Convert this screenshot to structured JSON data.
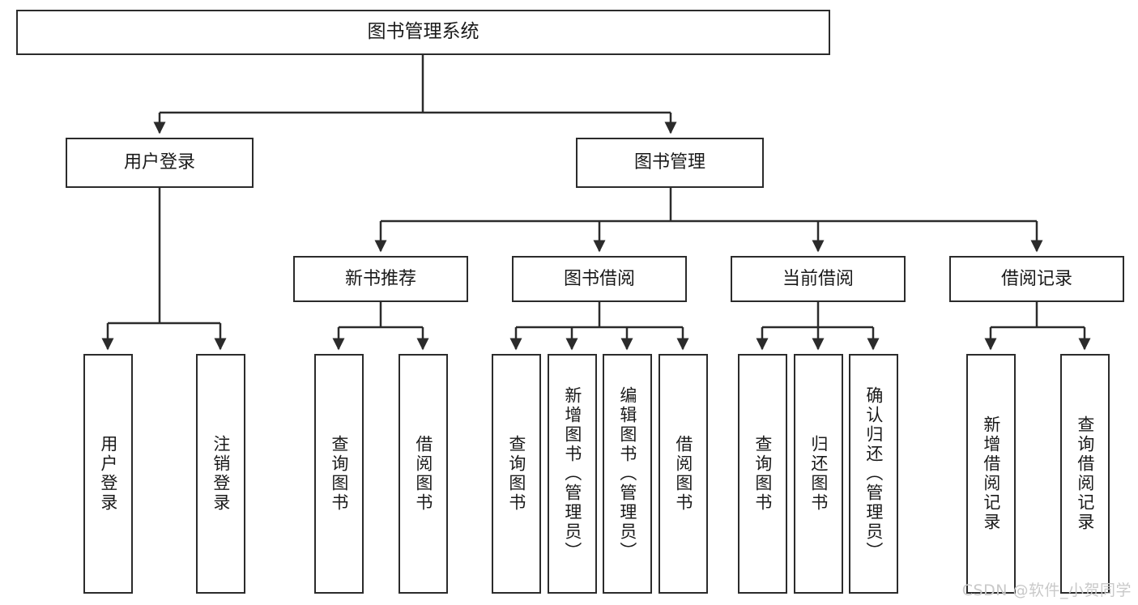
{
  "diagram": {
    "title": "图书管理系统",
    "type": "tree-hierarchy",
    "root": {
      "label": "图书管理系统"
    },
    "level2": [
      {
        "label": "用户登录"
      },
      {
        "label": "图书管理"
      }
    ],
    "level3": [
      {
        "label": "新书推荐"
      },
      {
        "label": "图书借阅"
      },
      {
        "label": "当前借阅"
      },
      {
        "label": "借阅记录"
      }
    ],
    "leaves": {
      "user_login": [
        {
          "label": "用户登录"
        },
        {
          "label": "注销登录"
        }
      ],
      "new_book_recommend": [
        {
          "label": "查询图书"
        },
        {
          "label": "借阅图书"
        }
      ],
      "book_borrow": [
        {
          "label": "查询图书"
        },
        {
          "label": "新增图书（管理员）"
        },
        {
          "label": "编辑图书（管理员）"
        },
        {
          "label": "借阅图书"
        }
      ],
      "current_borrow": [
        {
          "label": "查询图书"
        },
        {
          "label": "归还图书"
        },
        {
          "label": "确认归还（管理员）"
        }
      ],
      "borrow_records": [
        {
          "label": "新增借阅记录"
        },
        {
          "label": "查询借阅记录"
        }
      ]
    }
  },
  "watermark": {
    "text": "CSDN @软件_小贺同学"
  },
  "colors": {
    "stroke": "#2b2b2b",
    "background": "#ffffff",
    "text": "#1a1a1a",
    "watermark": "#c9c9c9"
  }
}
